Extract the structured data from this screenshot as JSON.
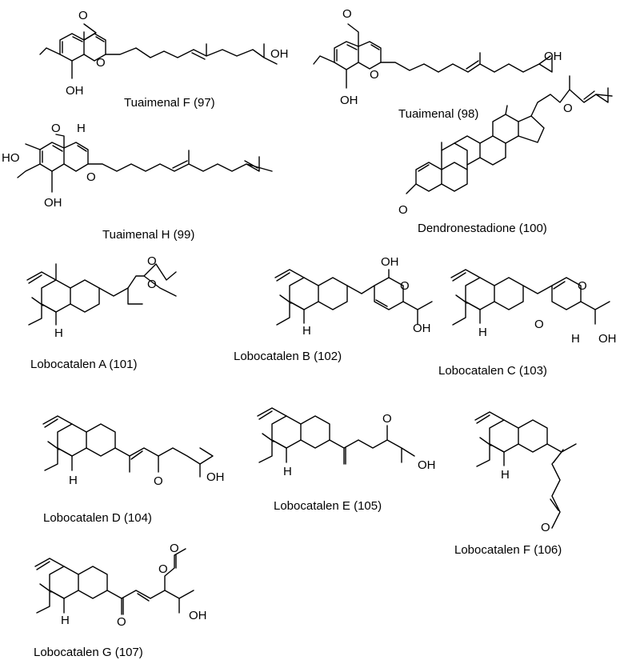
{
  "compounds": [
    {
      "name": "Tuaimenal F (97)",
      "atoms": {
        "o1": "O",
        "oh1": "OH",
        "ring_o": "O",
        "oh2": "OH"
      }
    },
    {
      "name": "Tuaimenal  (98)",
      "atoms": {
        "o1": "O",
        "oh1": "OH",
        "ring_o": "O",
        "oh2": "OH"
      }
    },
    {
      "name": "Tuaimenal H (99)",
      "atoms": {
        "cho_o": "O",
        "cho_h": "H",
        "ho": "HO",
        "ring_o": "O",
        "oh": "OH"
      }
    },
    {
      "name": "Dendronestadione (100)",
      "atoms": {
        "o1": "O",
        "o2": "O"
      }
    },
    {
      "name": "Lobocatalen A (101)",
      "atoms": {
        "h": "H",
        "o1": "O",
        "o2": "O"
      }
    },
    {
      "name": "Lobocatalen B (102)",
      "atoms": {
        "h": "H",
        "oh_top": "OH",
        "ring_o": "O",
        "oh": "OH"
      }
    },
    {
      "name": "Lobocatalen C (103)",
      "atoms": {
        "h": "H",
        "ring_o": "O",
        "keto_o": "O",
        "h2": "H",
        "oh": "OH"
      }
    },
    {
      "name": "Lobocatalen D (104)",
      "atoms": {
        "h": "H",
        "keto_o": "O",
        "oh": "OH"
      }
    },
    {
      "name": "Lobocatalen E (105)",
      "atoms": {
        "h": "H",
        "keto_o": "O",
        "oh": "OH"
      }
    },
    {
      "name": "Lobocatalen F (106)",
      "atoms": {
        "h": "H",
        "keto_o": "O"
      }
    },
    {
      "name": "Lobocatalen G (107)",
      "atoms": {
        "h": "H",
        "ester_o": "O",
        "carbonyl_o": "O",
        "keto_o": "O",
        "oh": "OH"
      }
    }
  ]
}
